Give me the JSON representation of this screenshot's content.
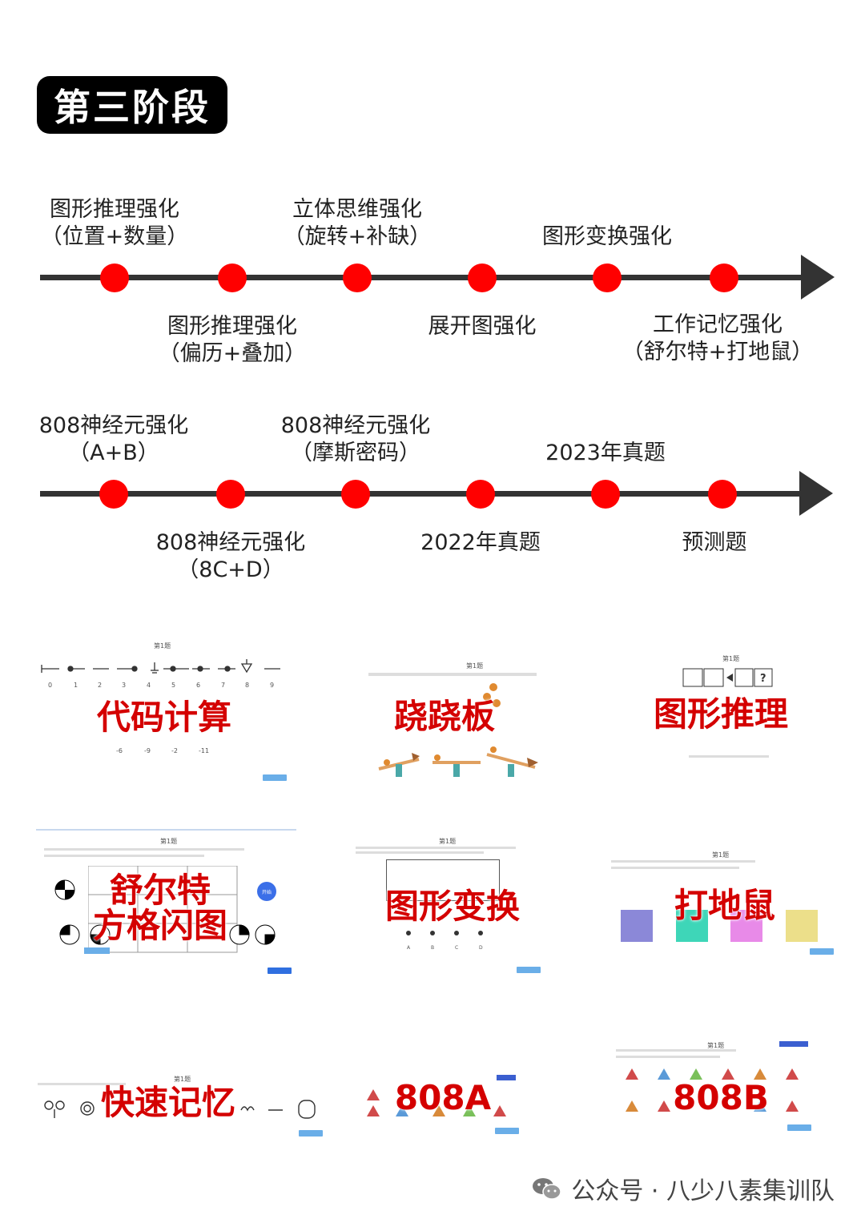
{
  "stage_title": "第三阶段",
  "timeline1": {
    "top_labels": [
      {
        "line1": "图形推理强化",
        "line2": "（位置+数量）"
      },
      {
        "line1": "立体思维强化",
        "line2": "（旋转+补缺）"
      },
      {
        "line1": "图形变换强化",
        "line2": ""
      }
    ],
    "bottom_labels": [
      {
        "line1": "图形推理强化",
        "line2": "（偏历+叠加）"
      },
      {
        "line1": "展开图强化",
        "line2": ""
      },
      {
        "line1": "工作记忆强化",
        "line2": "（舒尔特+打地鼠）"
      }
    ]
  },
  "timeline2": {
    "top_labels": [
      {
        "line1": "808神经元强化",
        "line2": "（A+B）"
      },
      {
        "line1": "808神经元强化",
        "line2": "（摩斯密码）"
      },
      {
        "line1": "2023年真题",
        "line2": ""
      }
    ],
    "bottom_labels": [
      {
        "line1": "808神经元强化",
        "line2": "（8C+D）"
      },
      {
        "line1": "2022年真题",
        "line2": ""
      },
      {
        "line1": "预测题",
        "line2": ""
      }
    ]
  },
  "thumbnails": [
    {
      "label": "代码计算",
      "q": "第1题",
      "nums": [
        "0",
        "1",
        "2",
        "3",
        "4",
        "5",
        "6",
        "7",
        "8",
        "9"
      ],
      "opts": [
        "-6",
        "-9",
        "-2",
        "-11"
      ]
    },
    {
      "label": "跷跷板",
      "q": "第1题"
    },
    {
      "label": "图形推理",
      "q": "第1题"
    },
    {
      "label": "舒尔特\n方格闪图",
      "q": "第1题",
      "start": "开始"
    },
    {
      "label": "图形变换",
      "q": "第1题"
    },
    {
      "label": "打地鼠",
      "q": "第1题"
    },
    {
      "label": "快速记忆",
      "q": "第1题"
    },
    {
      "label": "808A",
      "q": ""
    },
    {
      "label": "808B",
      "q": "第1题"
    }
  ],
  "footer": {
    "text": "公众号 · 八少八素集训队",
    "icon": "wechat-icon"
  },
  "colors": {
    "dot": "#ff0000",
    "line": "#333333",
    "thumb_label": "#d40000"
  }
}
